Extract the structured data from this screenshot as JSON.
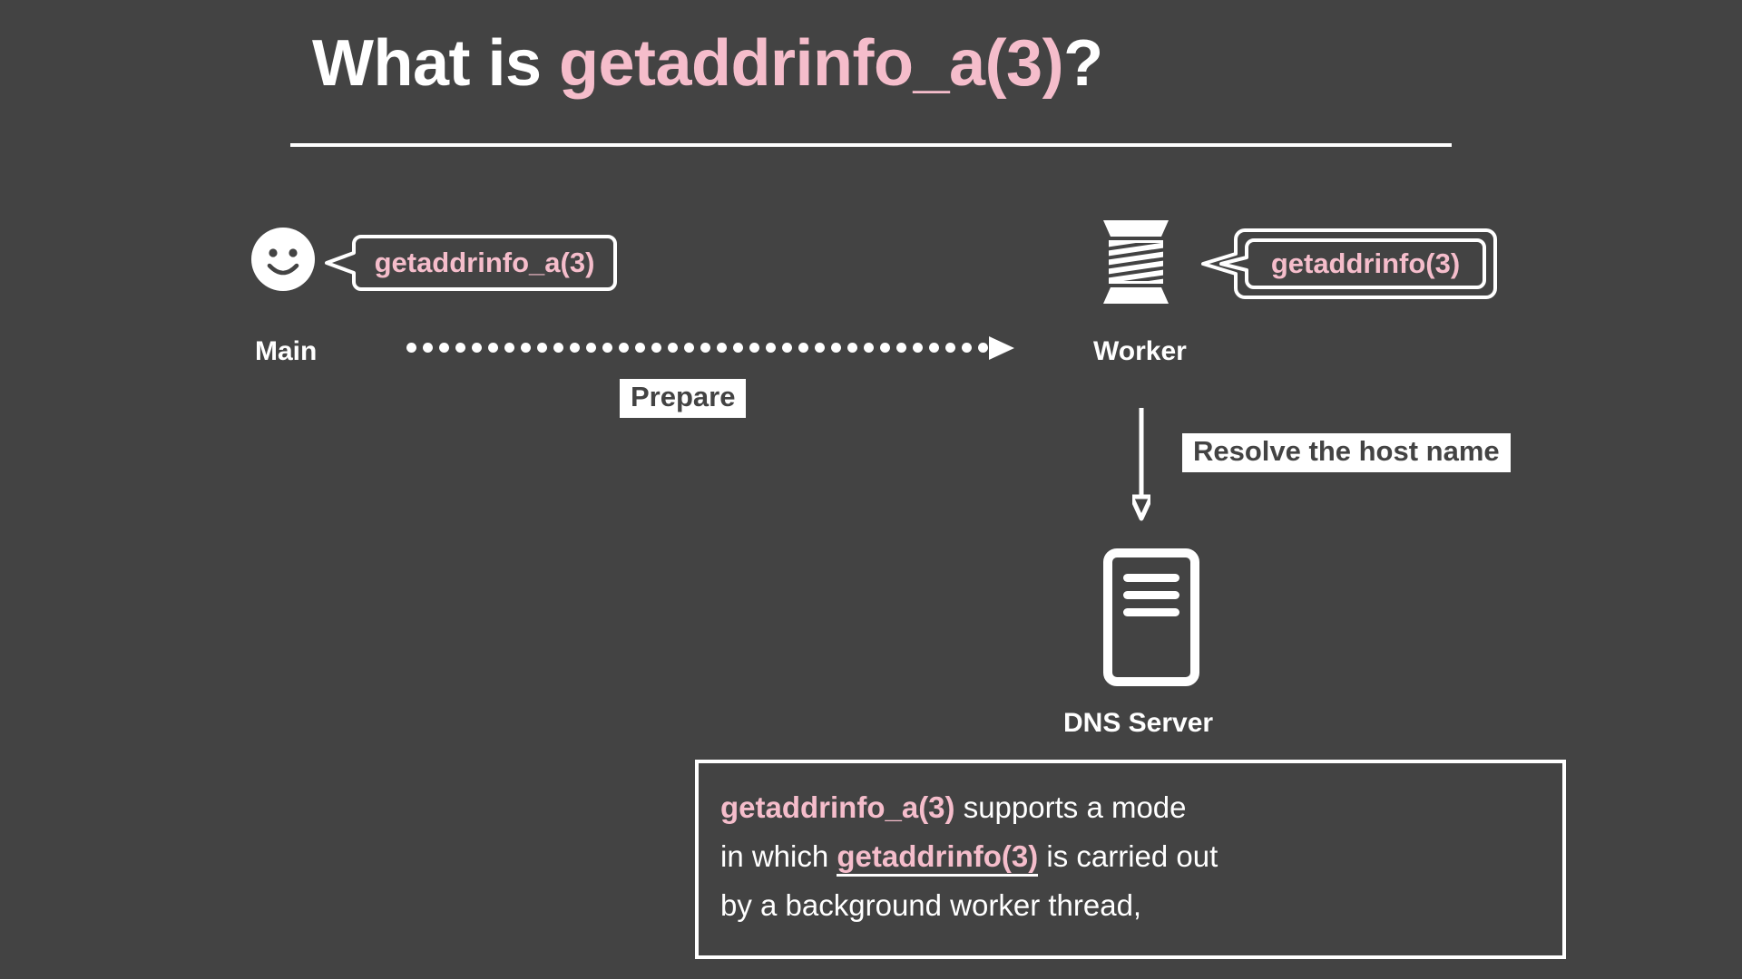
{
  "slide": {
    "background_color": "#434343",
    "accent_color": "#f5bdcb",
    "text_color": "#ffffff"
  },
  "title": {
    "prefix": "What is ",
    "accent": "getaddrinfo_a(3)",
    "suffix": "?"
  },
  "diagram": {
    "main": {
      "label": "Main",
      "icon": "smiley-face-icon",
      "bubble": "getaddrinfo_a(3)"
    },
    "worker": {
      "label": "Worker",
      "icon": "thread-spool-icon",
      "bubble": "getaddrinfo(3)"
    },
    "dns": {
      "label": "DNS Server",
      "icon": "server-icon"
    },
    "edges": [
      {
        "name": "main-to-worker",
        "label": "Prepare",
        "style": "dotted-arrow"
      },
      {
        "name": "worker-to-dns",
        "label": "Resolve the host name",
        "style": "solid-arrow"
      }
    ]
  },
  "quote": {
    "line1_pink": "getaddrinfo_a(3)",
    "line1_rest": " supports a mode",
    "line2_pre": "in which ",
    "line2_pink": "getaddrinfo(3)",
    "line2_rest": " is carried out",
    "line3": "by a background worker thread,"
  }
}
